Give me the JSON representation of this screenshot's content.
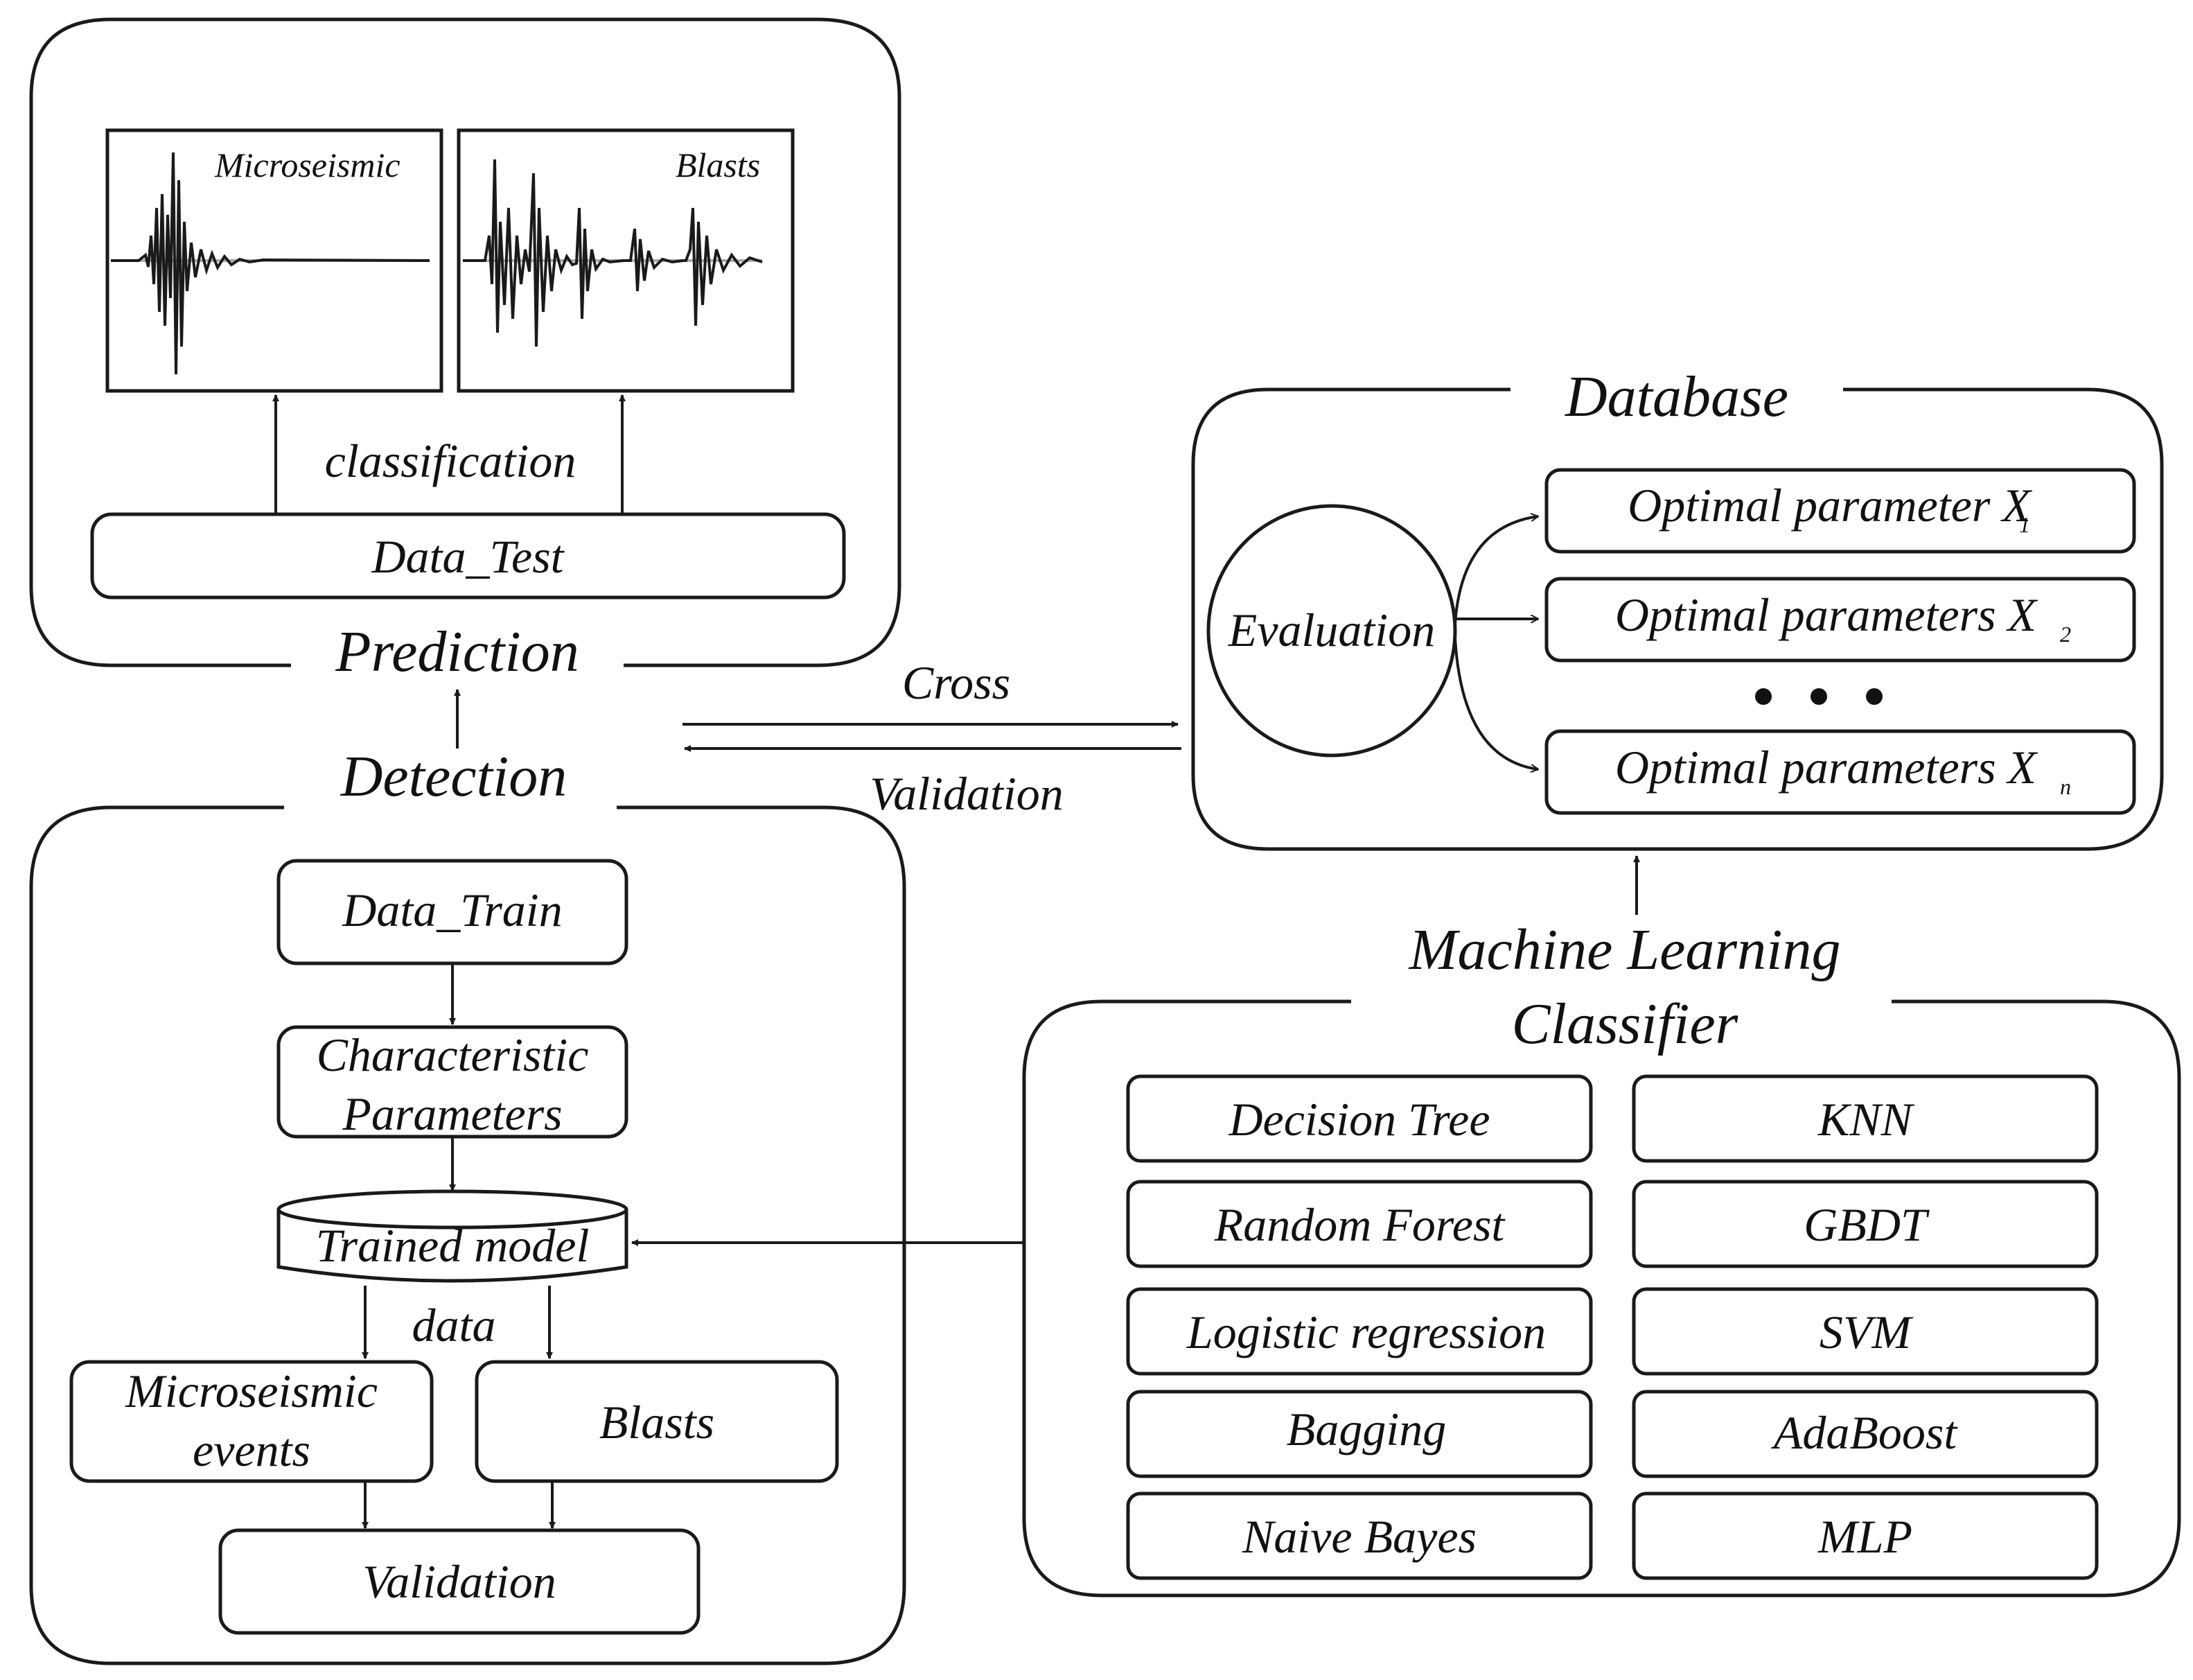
{
  "prediction": {
    "title": "Prediction",
    "plot_microseismic_label": "Microseismic",
    "plot_blasts_label": "Blasts",
    "classification_label": "classification",
    "data_test_label": "Data_Test"
  },
  "detection": {
    "title": "Detection",
    "data_train_label": "Data_Train",
    "characteristic_line1": "Characteristic",
    "characteristic_line2": "Parameters",
    "trained_model_label": "Trained model",
    "data_label": "data",
    "microseismic_events_line1": "Microseismic",
    "microseismic_events_line2": "events",
    "blasts_label": "Blasts",
    "validation_label": "Validation"
  },
  "cross_validation": {
    "cross_label": "Cross",
    "validation_label": "Validation"
  },
  "database": {
    "title": "Database",
    "evaluation_label": "Evaluation",
    "param1_text": "Optimal parameter X",
    "param1_sub": "1",
    "param2_text": "Optimal parameters X",
    "param2_sub": "2",
    "paramn_text": "Optimal parameters X",
    "paramn_sub": "n"
  },
  "classifier": {
    "title_line1": "Machine Learning",
    "title_line2": "Classifier",
    "items": [
      "Decision Tree",
      "KNN",
      "Random Forest",
      "GBDT",
      "Logistic regression",
      "SVM",
      "Bagging",
      "AdaBoost",
      "Naive Bayes",
      "MLP"
    ]
  },
  "colors": {
    "stroke": "#1a1a1a",
    "background": "#ffffff"
  }
}
